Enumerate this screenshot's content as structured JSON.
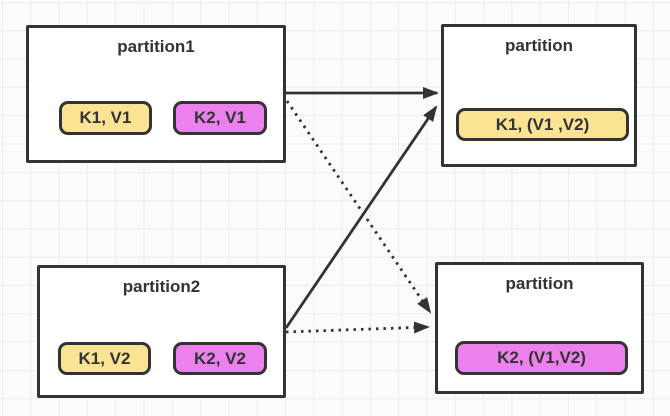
{
  "colors": {
    "line": "#333333",
    "box_border": "#333333",
    "box_fill": "#FFFFFF",
    "pill_yellow": "#FBE394",
    "pill_magenta": "#EC80EC",
    "text": "#333333",
    "canvas_background": "#FBFBFB",
    "grid_line": "#ECECEC"
  },
  "boxes": {
    "partition1": {
      "title": "partition1",
      "pills": [
        {
          "label": "K1, V1",
          "fill": "#FBE394"
        },
        {
          "label": "K2, V1",
          "fill": "#EC80EC"
        }
      ]
    },
    "partition2": {
      "title": "partition2",
      "pills": [
        {
          "label": "K1, V2",
          "fill": "#FBE394"
        },
        {
          "label": "K2, V2",
          "fill": "#EC80EC"
        }
      ]
    },
    "result_k1": {
      "title": "partition",
      "pills": [
        {
          "label": "K1, (V1 ,V2)",
          "fill": "#FBE394"
        }
      ]
    },
    "result_k2": {
      "title": "partition",
      "pills": [
        {
          "label": "K2, (V1,V2)",
          "fill": "#EC80EC"
        }
      ]
    }
  },
  "edges": [
    {
      "from": "partition1",
      "to": "result_k1",
      "style": "solid"
    },
    {
      "from": "partition2",
      "to": "result_k1",
      "style": "solid"
    },
    {
      "from": "partition1",
      "to": "result_k2",
      "style": "dotted"
    },
    {
      "from": "partition2",
      "to": "result_k2",
      "style": "dotted"
    }
  ]
}
